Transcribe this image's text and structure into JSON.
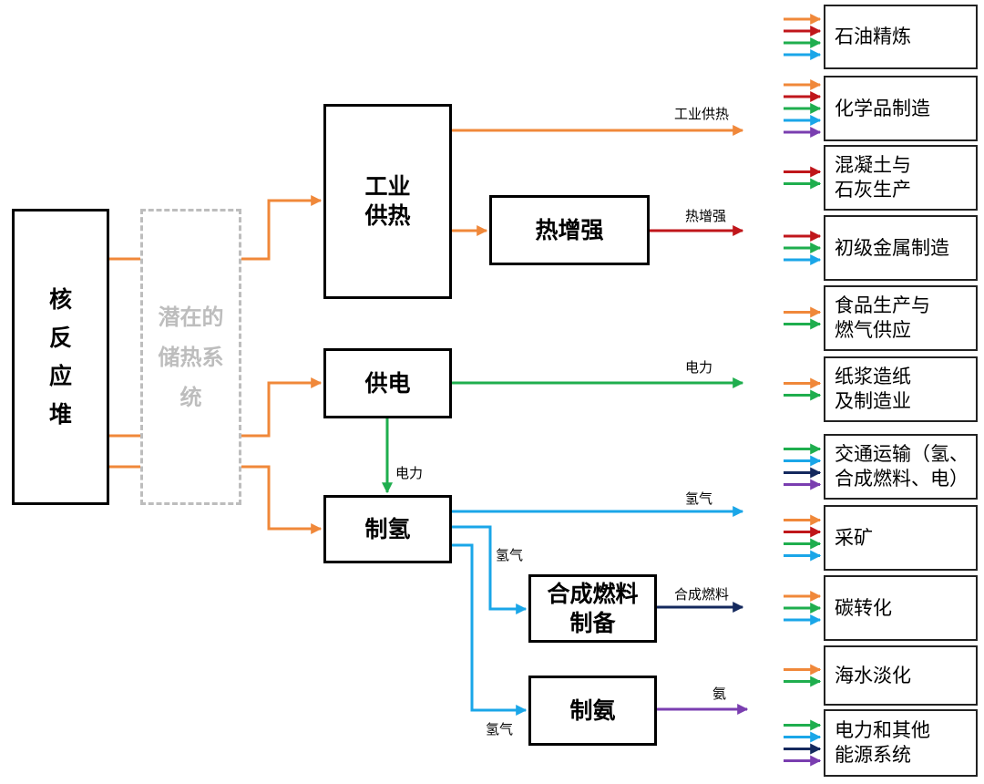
{
  "colors": {
    "heat": "#f0883a",
    "heat_boost": "#c0161b",
    "electricity": "#1fae4e",
    "hydrogen": "#1aa6e8",
    "synfuel": "#14295e",
    "ammonia": "#7a3eb0",
    "storage_border": "#bdbdbd"
  },
  "nodes": {
    "reactor": "核反应堆",
    "storage": "潜在的储热系统",
    "industrial_heat": "工业供热",
    "heat_boost": "热增强",
    "power": "供电",
    "hydrogen_prod": "制氢",
    "synfuel_prod": "合成燃料制备",
    "ammonia_prod": "制氨"
  },
  "flow_labels": {
    "industrial_heat_out": "工业供热",
    "heat_boost_out": "热增强",
    "power_out": "电力",
    "power_to_hydrogen": "电力",
    "hydrogen_out": "氢气",
    "hydrogen_to_synfuel": "氢气",
    "synfuel_out": "合成燃料",
    "hydrogen_to_ammonia": "氢气",
    "ammonia_out": "氨"
  },
  "industries": [
    {
      "name": "石油精炼",
      "inputs": [
        "heat",
        "heat_boost",
        "electricity",
        "hydrogen"
      ]
    },
    {
      "name": "化学品制造",
      "inputs": [
        "heat",
        "heat_boost",
        "electricity",
        "hydrogen",
        "ammonia"
      ]
    },
    {
      "name": "混凝土与\n石灰生产",
      "inputs": [
        "heat_boost",
        "electricity"
      ]
    },
    {
      "name": "初级金属制造",
      "inputs": [
        "heat_boost",
        "electricity",
        "hydrogen"
      ]
    },
    {
      "name": "食品生产与\n燃气供应",
      "inputs": [
        "heat",
        "electricity"
      ]
    },
    {
      "name": "纸浆造纸\n及制造业",
      "inputs": [
        "heat",
        "electricity"
      ]
    },
    {
      "name": "交通运输（氢、\n合成燃料、电）",
      "inputs": [
        "electricity",
        "hydrogen",
        "synfuel",
        "ammonia"
      ]
    },
    {
      "name": "采矿",
      "inputs": [
        "heat",
        "heat_boost",
        "electricity",
        "hydrogen"
      ]
    },
    {
      "name": "碳转化",
      "inputs": [
        "heat",
        "electricity",
        "hydrogen"
      ]
    },
    {
      "name": "海水淡化",
      "inputs": [
        "heat",
        "electricity"
      ]
    },
    {
      "name": "电力和其他\n能源系统",
      "inputs": [
        "electricity",
        "hydrogen",
        "synfuel",
        "ammonia"
      ]
    }
  ]
}
